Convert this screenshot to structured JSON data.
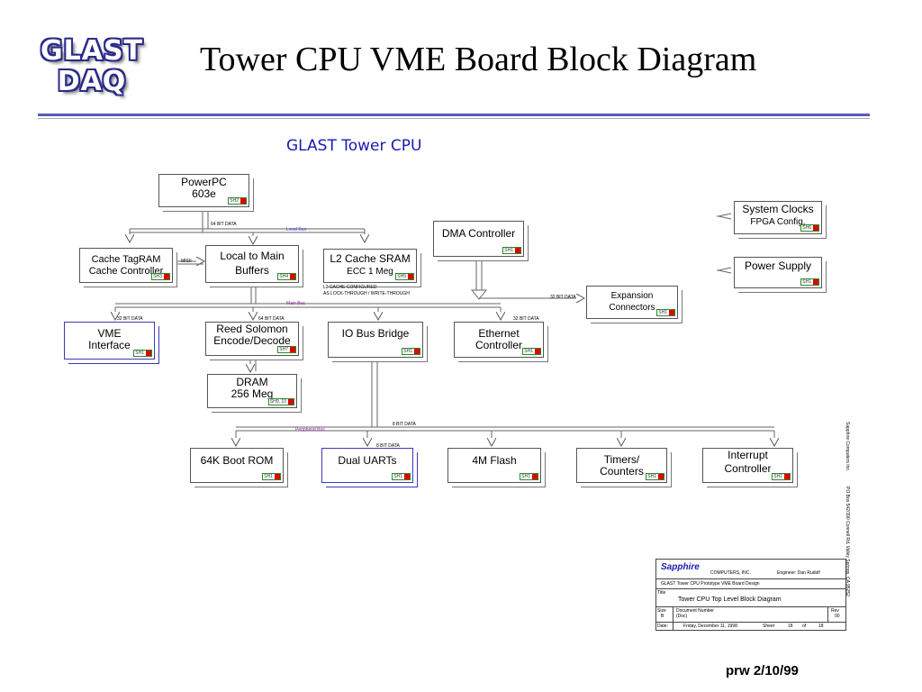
{
  "header": {
    "logo_line1": "GLAST",
    "logo_line2": "DAQ",
    "title": "Tower CPU VME Board Block Diagram"
  },
  "diagram": {
    "subtitle": "GLAST Tower CPU",
    "blocks": {
      "powerpc": {
        "line1": "PowerPC",
        "line2": "603e",
        "sheet": "SH2"
      },
      "cache_tagram": {
        "line1": "Cache TagRAM",
        "line2": "Cache Controller",
        "sheet": "SH3"
      },
      "local_to_main": {
        "line1": "Local to Main",
        "line2": "Buffers",
        "sheet": "SH4"
      },
      "l2_cache": {
        "line1": "L2 Cache SRAM",
        "line2": "ECC 1 Meg",
        "sheet": "SH5"
      },
      "dma": {
        "line1": "DMA Controller",
        "sheet": "SH1"
      },
      "system_clocks": {
        "line1": "System Clocks",
        "line2": "FPGA Config.",
        "sheet": "SH6"
      },
      "power_supply": {
        "line1": "Power Supply",
        "sheet": "SH1"
      },
      "expansion": {
        "line1": "Expansion Connectors",
        "sheet": "SH1"
      },
      "vme": {
        "line1": "VME",
        "line2": "Interface",
        "sheet": "SH1"
      },
      "reed_solomon": {
        "line1": "Reed Solomon",
        "line2": "Encode/Decode",
        "sheet": "SH7"
      },
      "io_bus_bridge": {
        "line1": "IO Bus Bridge",
        "sheet": "SH1"
      },
      "ethernet": {
        "line1": "Ethernet",
        "line2": "Controller",
        "sheet": "SH1"
      },
      "dram": {
        "line1": "DRAM",
        "line2": "256 Meg",
        "sheet": "SH9, 10"
      },
      "boot_rom": {
        "line1": "64K Boot ROM",
        "sheet": "SH1"
      },
      "dual_uarts": {
        "line1": "Dual UARTs",
        "sheet": "SH1"
      },
      "flash": {
        "line1": "4M Flash",
        "sheet": "SH1"
      },
      "timers": {
        "line1": "Timers/",
        "line2": "Counters",
        "sheet": "SH1"
      },
      "interrupt": {
        "line1": "Interrupt",
        "line2": "Controller",
        "sheet": "SH1"
      }
    },
    "labels": {
      "data64_top": "64 BIT DATA",
      "local_bus": "Local Bus",
      "misii": "MISII",
      "l2_note1": "L2 CACHE CONFIGURED",
      "l2_note2": "AS LOCK-THROUGH / WRITE-THROUGH",
      "data32_exp": "32 BIT DATA",
      "main_bus": "Main Bus",
      "data32_vme": "32 BIT DATA",
      "data64_reed": "64 BIT DATA",
      "data32_eth": "32 BIT DATA",
      "data8": "8 BIT DATA",
      "peripheral_bus": "Peripheral Bus",
      "data8_uart": "8 BIT DATA"
    },
    "side_text": {
      "company": "Sapphire Computers Inc.",
      "address": "PO Box 542/390 Connell Rd, Valley Springs, CA 95252"
    }
  },
  "title_block": {
    "logo": "Sapphire",
    "company": "COMPUTERS, INC.",
    "engineer": "Engineer: Dan Rudolf",
    "project": "GLAST Tower CPU Prototype VME Board Design",
    "title_label": "Title",
    "title": "Tower CPU Top Level Block Diagram",
    "size_label": "Size",
    "size": "B",
    "docnum_label": "Document Number",
    "docnum": "(Doc)",
    "rev_label": "Rev",
    "rev": "00",
    "date_label": "Date:",
    "date": "Friday, December 11, 1998",
    "sheet_label": "Sheet",
    "sheet": "18",
    "of_label": "of",
    "of": "18"
  },
  "footer": {
    "text": "prw 2/10/99"
  }
}
